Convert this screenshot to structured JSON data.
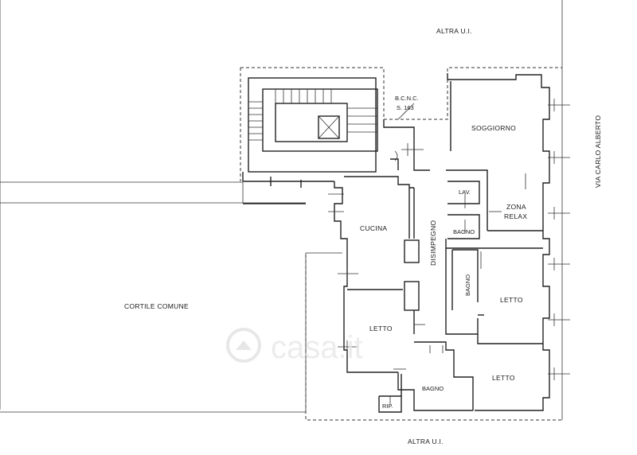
{
  "neighbors": {
    "top": "ALTRA U.I.",
    "bottom": "ALTRA U.I."
  },
  "street": "VIA CARLO ALBERTO",
  "courtyard": "CORTILE COMUNE",
  "bcnc": {
    "line1": "B.C.N.C.",
    "line2": "S. 163"
  },
  "rooms": {
    "soggiorno": "SOGGIORNO",
    "lav": "LAV.",
    "zona_relax_1": "ZONA",
    "zona_relax_2": "RELAX",
    "bagno_small": "BAGNO",
    "cucina": "CUCINA",
    "disimpegno": "DISIMPEGNO",
    "bagno_vertical": "BAGNO",
    "letto_right": "LETTO",
    "letto_left": "LETTO",
    "letto_bottom": "LETTO",
    "bagno_bottom": "BAGNO",
    "rip": "RIP."
  },
  "watermark": "casa.it",
  "colors": {
    "line": "#222222",
    "background": "#ffffff",
    "watermark": "#e8e8e8"
  }
}
